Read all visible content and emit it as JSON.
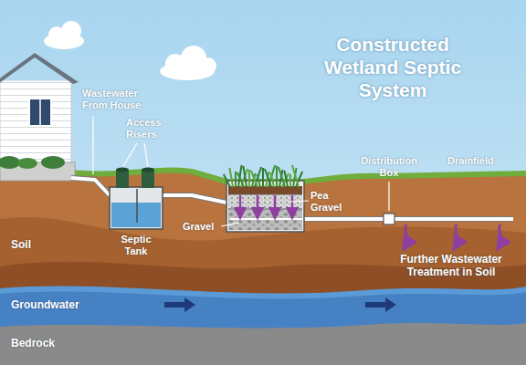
{
  "diagram": {
    "title": "Constructed Wetland Septic System",
    "labels": [
      "Wastewater From House",
      "Access Risers",
      "Septic Tank",
      "Gravel",
      "Pea Gravel",
      "Distribution Box",
      "Drainfield",
      "Further Wastewater Treatment in Soil",
      "Soil",
      "Groundwater",
      "Bedrock"
    ]
  }
}
